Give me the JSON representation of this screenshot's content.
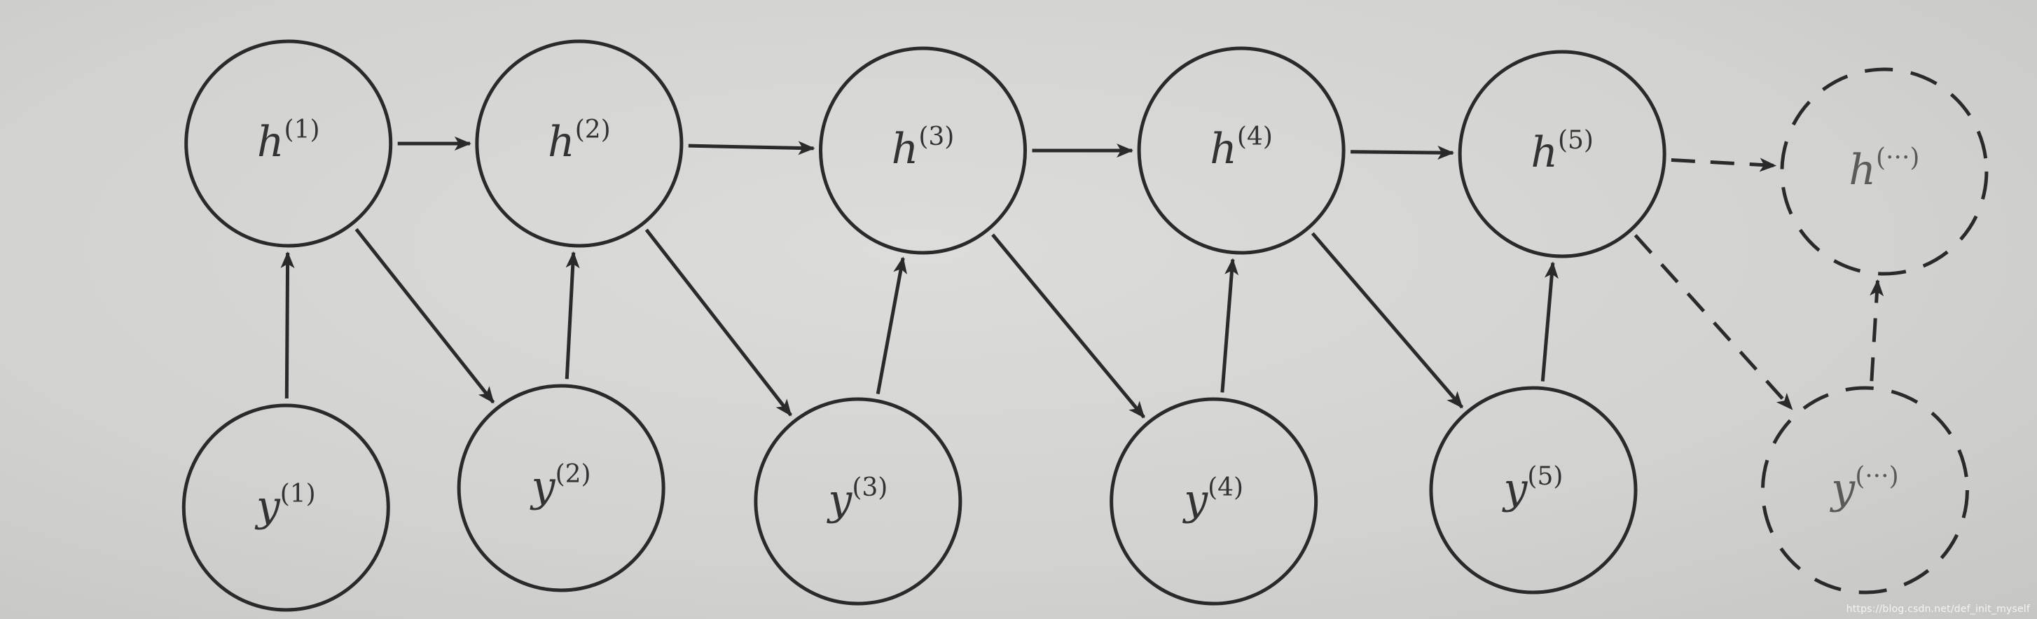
{
  "nodes": [
    {
      "id": "h1",
      "base": "h",
      "sup": "(1)",
      "style": "solid"
    },
    {
      "id": "h2",
      "base": "h",
      "sup": "(2)",
      "style": "solid"
    },
    {
      "id": "h3",
      "base": "h",
      "sup": "(3)",
      "style": "solid"
    },
    {
      "id": "h4",
      "base": "h",
      "sup": "(4)",
      "style": "solid"
    },
    {
      "id": "h5",
      "base": "h",
      "sup": "(5)",
      "style": "solid"
    },
    {
      "id": "h6",
      "base": "h",
      "sup": "(···)",
      "style": "dashed"
    },
    {
      "id": "y1",
      "base": "y",
      "sup": "(1)",
      "style": "solid"
    },
    {
      "id": "y2",
      "base": "y",
      "sup": "(2)",
      "style": "solid"
    },
    {
      "id": "y3",
      "base": "y",
      "sup": "(3)",
      "style": "solid"
    },
    {
      "id": "y4",
      "base": "y",
      "sup": "(4)",
      "style": "solid"
    },
    {
      "id": "y5",
      "base": "y",
      "sup": "(5)",
      "style": "solid"
    },
    {
      "id": "y6",
      "base": "y",
      "sup": "(···)",
      "style": "dashed"
    }
  ],
  "edges": [
    {
      "from": "h1",
      "to": "h2",
      "style": "solid"
    },
    {
      "from": "h2",
      "to": "h3",
      "style": "solid"
    },
    {
      "from": "h3",
      "to": "h4",
      "style": "solid"
    },
    {
      "from": "h4",
      "to": "h5",
      "style": "solid"
    },
    {
      "from": "h5",
      "to": "h6",
      "style": "dashed"
    },
    {
      "from": "y1",
      "to": "h1",
      "style": "solid"
    },
    {
      "from": "y2",
      "to": "h2",
      "style": "solid"
    },
    {
      "from": "y3",
      "to": "h3",
      "style": "solid"
    },
    {
      "from": "y4",
      "to": "h4",
      "style": "solid"
    },
    {
      "from": "y5",
      "to": "h5",
      "style": "solid"
    },
    {
      "from": "y6",
      "to": "h6",
      "style": "dashed"
    },
    {
      "from": "h1",
      "to": "y2",
      "style": "solid"
    },
    {
      "from": "h2",
      "to": "y3",
      "style": "solid"
    },
    {
      "from": "h3",
      "to": "y4",
      "style": "solid"
    },
    {
      "from": "h4",
      "to": "y5",
      "style": "solid"
    },
    {
      "from": "h5",
      "to": "y6",
      "style": "dashed"
    }
  ],
  "colors": {
    "stroke": "#2a2a2a",
    "text": "#333333",
    "background": "#d3d3d1"
  },
  "watermark": "https://blog.csdn.net/def_init_myself"
}
